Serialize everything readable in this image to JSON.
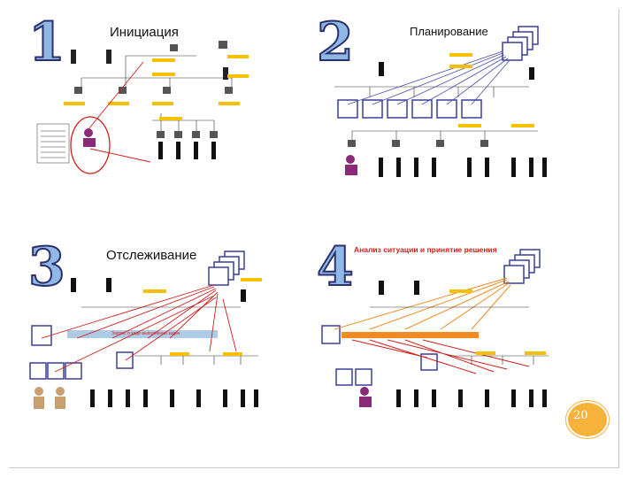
{
  "slide": {
    "page_number": "20",
    "panels": [
      {
        "number": "1",
        "title": "Инициация"
      },
      {
        "number": "2",
        "title": "Планирование"
      },
      {
        "number": "3",
        "title": "Отслеживание",
        "banner": "Запрос о ходе выполнения задач"
      },
      {
        "number": "4",
        "title": "Анализ ситуации и принятие решения"
      }
    ]
  },
  "colors": {
    "number_outline": "#2c2f6e",
    "number_fill": "#8fb8e6",
    "arrow_red": "#d4201c",
    "arrow_blue": "#4a4fb0",
    "arrow_orange": "#f08a24",
    "page_badge": "#f7b23b"
  }
}
